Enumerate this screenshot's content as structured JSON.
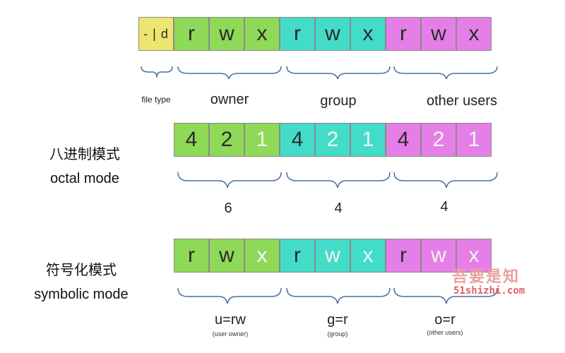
{
  "top": {
    "type_cell": "- | d",
    "owner_cells": [
      "r",
      "w",
      "x"
    ],
    "group_cells": [
      "r",
      "w",
      "x"
    ],
    "other_cells": [
      "r",
      "w",
      "x"
    ],
    "labels": {
      "file_type": "file type",
      "owner": "owner",
      "group": "group",
      "other": "other users"
    }
  },
  "octal": {
    "title_cn": "八进制模式",
    "title_en": "octal mode",
    "owner_cells": [
      "4",
      "2",
      "1"
    ],
    "group_cells": [
      "4",
      "2",
      "1"
    ],
    "other_cells": [
      "4",
      "2",
      "1"
    ],
    "values": [
      "6",
      "4",
      "4"
    ]
  },
  "symbolic": {
    "title_cn": "符号化模式",
    "title_en": "symbolic mode",
    "owner_cells": [
      "r",
      "w",
      "x"
    ],
    "group_cells": [
      "r",
      "w",
      "x"
    ],
    "other_cells": [
      "r",
      "w",
      "x"
    ],
    "values": [
      "u=rw",
      "g=r",
      "o=r"
    ],
    "notes": [
      "(user owner)",
      "(group)",
      "(other users)"
    ]
  },
  "watermark": {
    "line1": "吾要是知",
    "line2": "51shizhi.com"
  },
  "colors": {
    "file_type": "#ece570",
    "owner": "#8fd958",
    "group": "#43dcc9",
    "other": "#e57fe7",
    "brace": "#4a6fa5"
  }
}
